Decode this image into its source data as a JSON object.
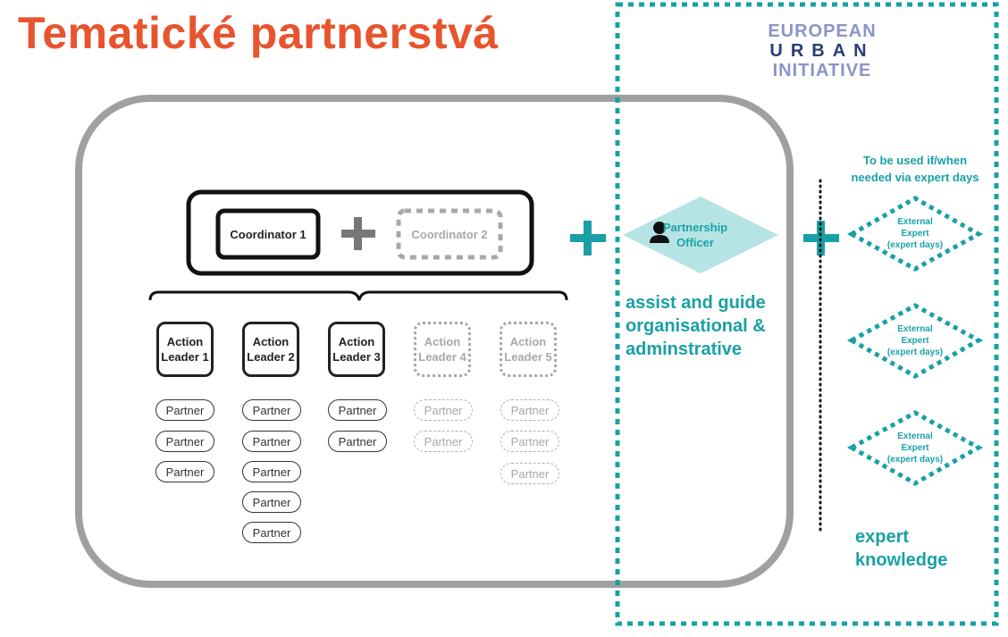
{
  "title": "Tematické partnerstvá",
  "logo": {
    "line1": "EUROPEAN",
    "line2": "URBAN",
    "line3": "INITIATIVE"
  },
  "coordinators": {
    "c1": "Coordinator 1",
    "c2": "Coordinator 2"
  },
  "action_leaders": [
    {
      "line1": "Action",
      "line2": "Leader 1",
      "partners": [
        "Partner",
        "Partner",
        "Partner"
      ]
    },
    {
      "line1": "Action",
      "line2": "Leader 2",
      "partners": [
        "Partner",
        "Partner",
        "Partner",
        "Partner",
        "Partner"
      ]
    },
    {
      "line1": "Action",
      "line2": "Leader 3",
      "partners": [
        "Partner",
        "Partner"
      ]
    },
    {
      "line1": "Action",
      "line2": "Leader 4",
      "partners": [
        "Partner",
        "Partner"
      ]
    },
    {
      "line1": "Action",
      "line2": "Leader 5",
      "partners": [
        "Partner",
        "Partner",
        "Partner"
      ]
    }
  ],
  "partnership_officer": {
    "line1": "Partnership",
    "line2": "Officer"
  },
  "assist_text": [
    "assist and guide",
    "organisational &",
    "adminstrative"
  ],
  "to_be_used": [
    "To be used if/when",
    "needed via expert days"
  ],
  "external_experts": [
    {
      "line1": "External",
      "line2": "Expert",
      "line3": "(expert days)"
    },
    {
      "line1": "External",
      "line2": "Expert",
      "line3": "(expert days)"
    },
    {
      "line1": "External",
      "line2": "Expert",
      "line3": "(expert days)"
    }
  ],
  "expert_knowledge": [
    "expert",
    "knowledge"
  ],
  "colors": {
    "title": "#e8542e",
    "teal": "#19a0a6",
    "teal_light": "#b6e3e3",
    "logo_light": "#8a94c8",
    "logo_dark": "#2a3d7a",
    "frame_gray": "#a0a0a0",
    "ghost_gray": "#a8a8a8"
  }
}
